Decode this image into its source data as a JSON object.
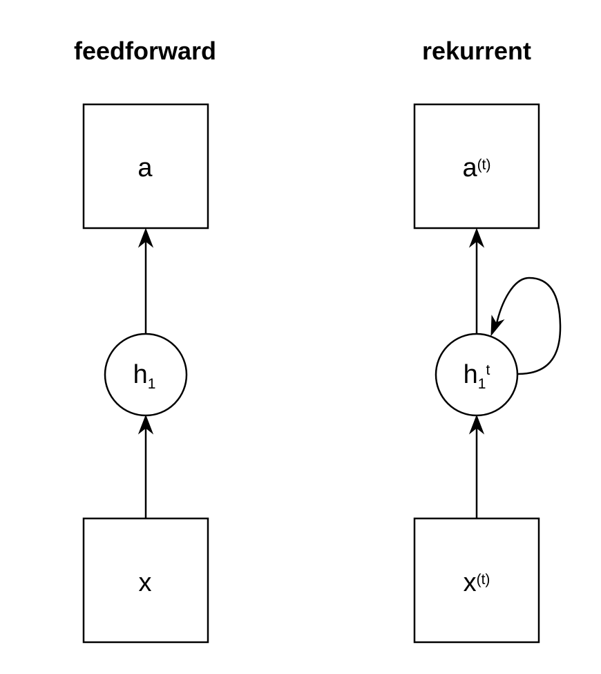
{
  "feedforward": {
    "title": "feedforward",
    "output": {
      "base": "a"
    },
    "hidden": {
      "base": "h",
      "sub": "1"
    },
    "input": {
      "base": "x"
    }
  },
  "recurrent": {
    "title": "rekurrent",
    "output": {
      "base": "a",
      "sup": "(t)"
    },
    "hidden": {
      "base": "h",
      "sub": "1",
      "sup": "t"
    },
    "input": {
      "base": "x",
      "sup": "(t)"
    }
  }
}
